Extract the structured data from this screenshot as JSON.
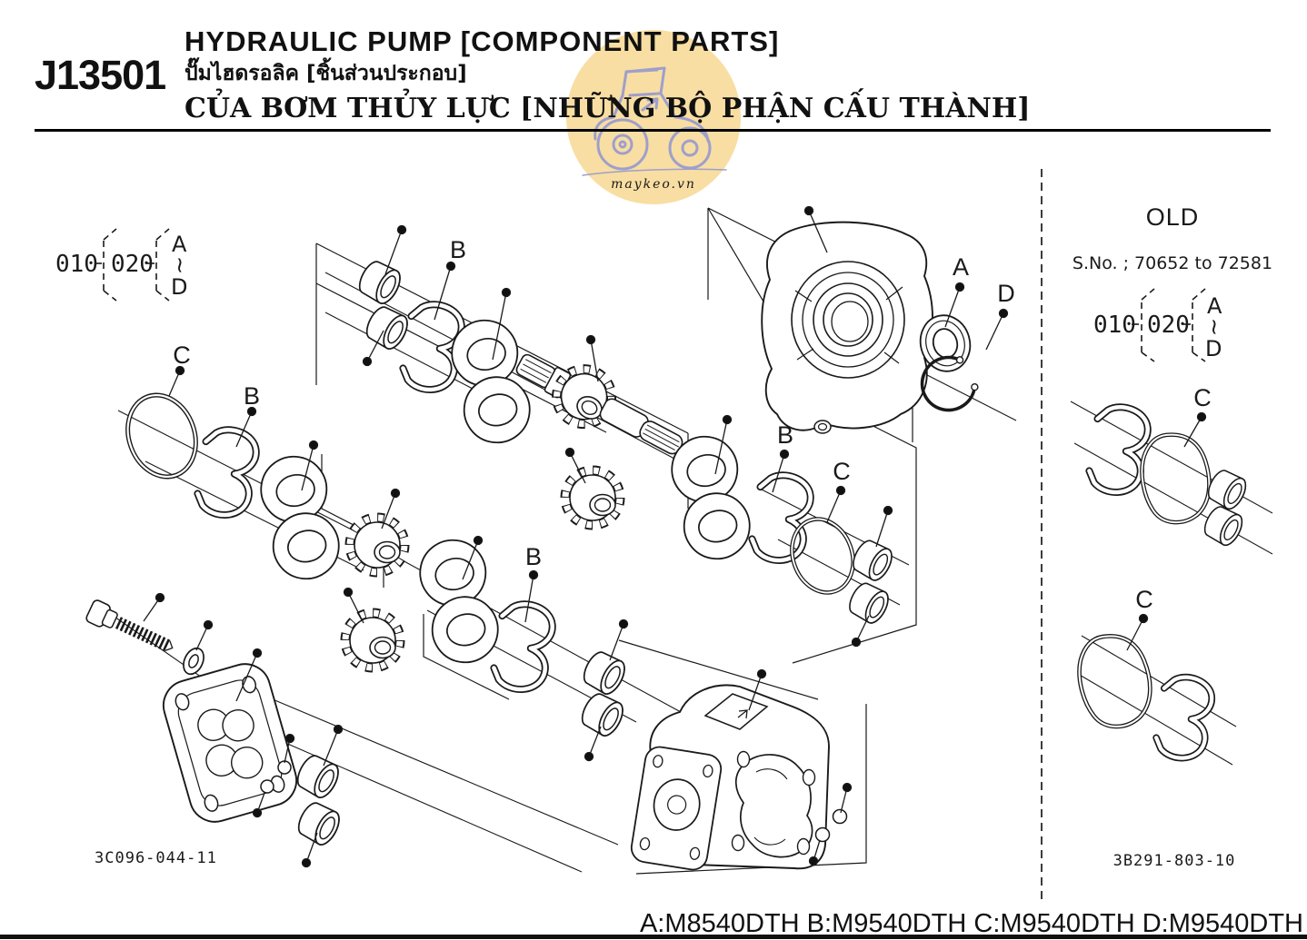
{
  "header": {
    "code": "J13501",
    "title_en": "HYDRAULIC PUMP [COMPONENT PARTS]",
    "title_th": "ปั๊มไฮดรอลิค [ชิ้นส่วนประกอบ]",
    "title_vi": "CỦA BƠM THỦY LỰC [NHỮNG BỘ PHẬN CẤU THÀNH]"
  },
  "watermark": {
    "site": "maykeo.vn"
  },
  "main_diagram": {
    "drawing_code": "3C096-044-11",
    "ref_block": {
      "first": "010",
      "second": "020",
      "range_from": "A",
      "tilde": "~",
      "range_to": "D"
    },
    "labels": [
      "B",
      "C",
      "B",
      "A",
      "D",
      "B",
      "C",
      "B"
    ]
  },
  "old_section": {
    "title": "OLD",
    "serial_note": "S.No. ; 70652 to 72581",
    "ref_block": {
      "first": "010",
      "second": "020",
      "range_from": "A",
      "tilde": "~",
      "range_to": "D"
    },
    "labels": [
      "C",
      "C"
    ],
    "drawing_code": "3B291-803-10"
  },
  "footer": {
    "applicability": "A:M8540DTH B:M9540DTH C:M9540DTH D:M9540DTH"
  },
  "colors": {
    "ink": "#1a1a1a",
    "watermark_bg": "#f8dea2",
    "watermark_line": "#9b9cce"
  }
}
